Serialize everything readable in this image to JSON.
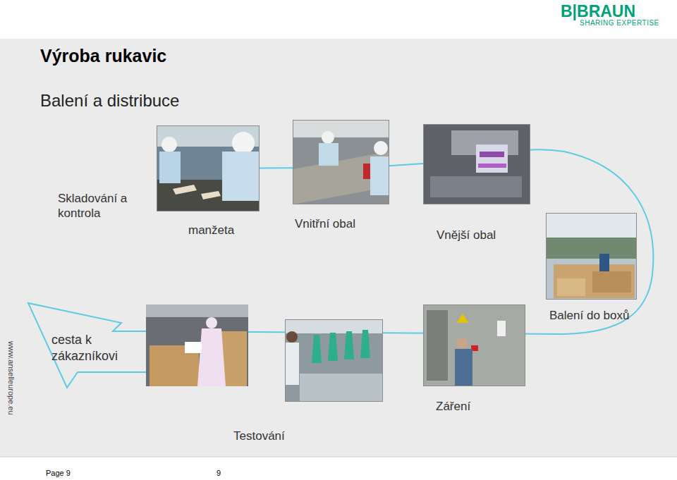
{
  "diagram": {
    "title": "Výroba rukavic",
    "nodes": [
      {
        "text": [
          "manžeta"
        ]
      },
      {
        "text": [
          "Vnitřní obal"
        ]
      },
      {
        "text": [
          "Vnější obal"
        ]
      },
      {
        "text": [
          "Balení do boxů"
        ]
      },
      {
        "text": [
          "Záření"
        ]
      },
      {
        "text": [
          "Testování"
        ]
      }
    ],
    "labels": [
      "B|BRAUN",
      "SHARING EXPERTISE",
      "Balení a distribuce",
      "Skladování a kontrola",
      "cesta k zákazníkovi",
      "www.anselleurope.eu",
      "Page 9",
      "9"
    ]
  }
}
